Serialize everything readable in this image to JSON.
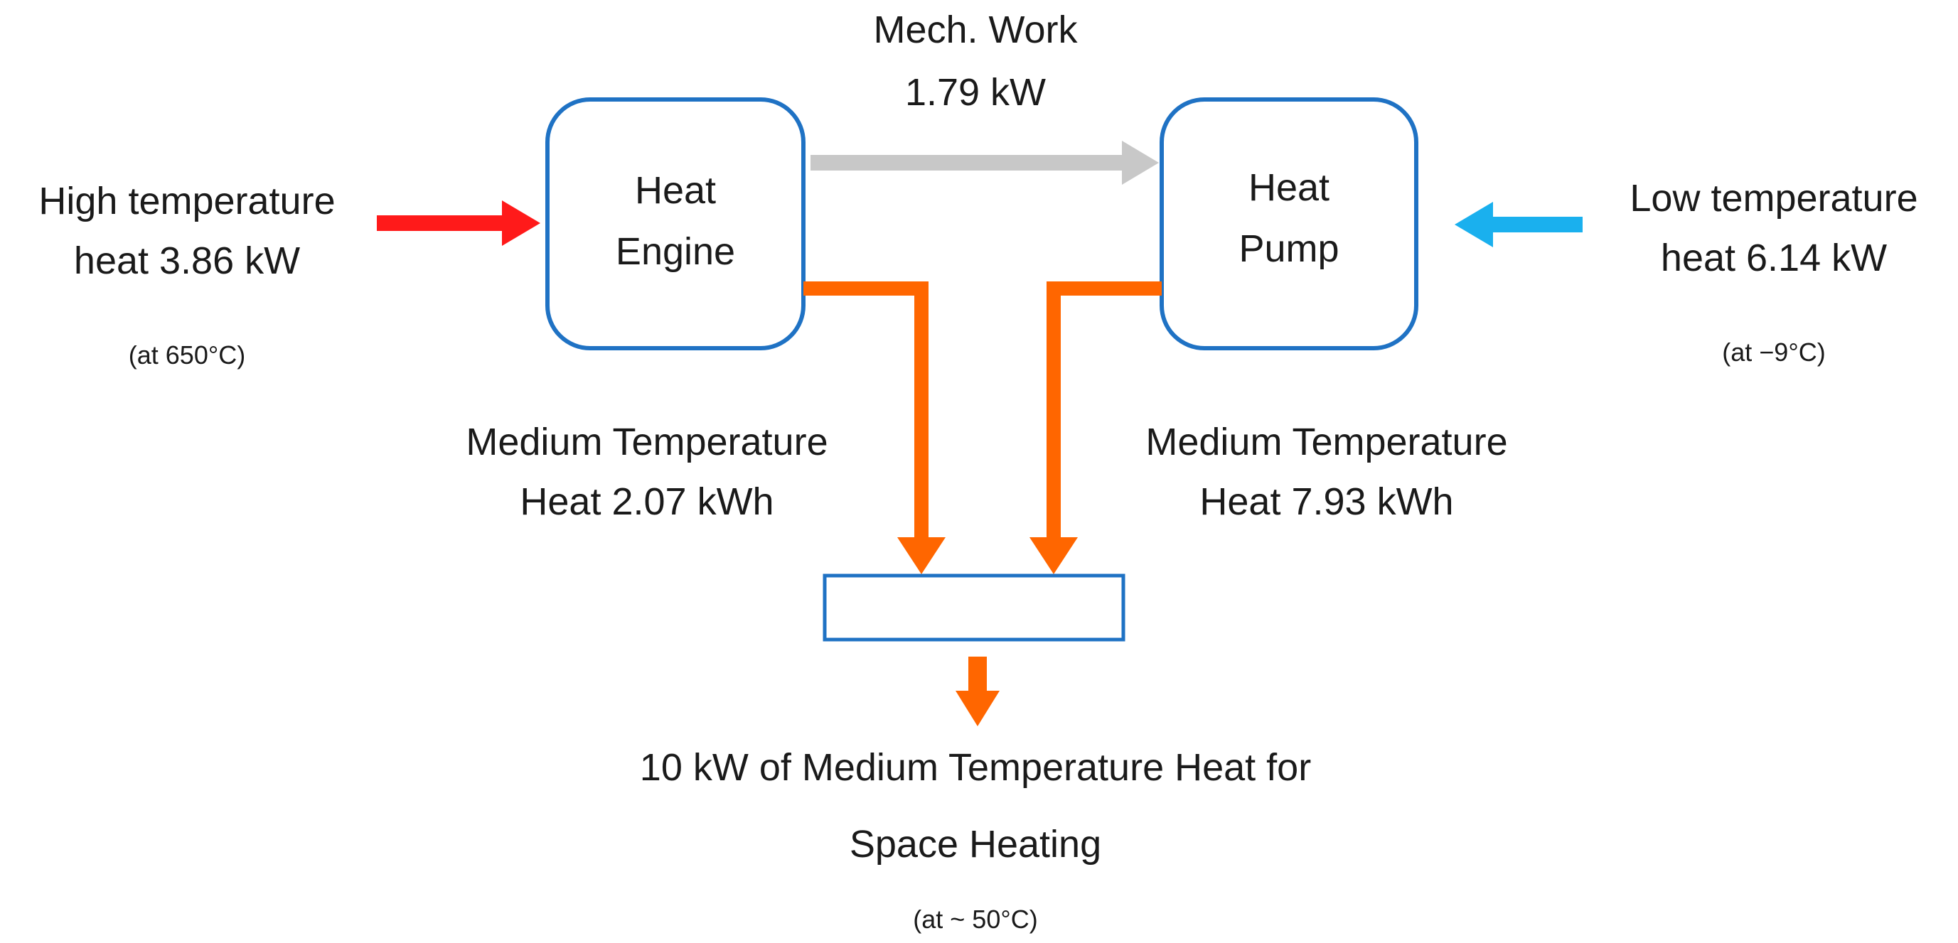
{
  "colors": {
    "box_stroke": "#1f72c4",
    "hot_arrow": "#ff1a1a",
    "cold_arrow": "#1ab0ee",
    "work_arrow": "#c8c8c8",
    "medium_arrow": "#ff6600",
    "text": "#1a1a1a"
  },
  "work": {
    "line1": "Mech. Work",
    "line2": "1.79 kW"
  },
  "heat_engine": {
    "line1": "Heat",
    "line2": "Engine"
  },
  "heat_pump": {
    "line1": "Heat",
    "line2": "Pump"
  },
  "high_temp": {
    "line1": "High temperature",
    "line2": "heat  3.86 kW",
    "condition": "(at 650°C)"
  },
  "low_temp": {
    "line1": "Low temperature",
    "line2": "heat 6.14 kW",
    "condition": "(at −9°C)"
  },
  "medium_left": {
    "line1": "Medium Temperature",
    "line2": "Heat 2.07 kWh"
  },
  "medium_right": {
    "line1": "Medium Temperature",
    "line2": "Heat 7.93 kWh"
  },
  "output": {
    "line1": "10 kW of Medium Temperature Heat for",
    "line2": "Space Heating",
    "condition": "(at ~ 50°C)"
  }
}
